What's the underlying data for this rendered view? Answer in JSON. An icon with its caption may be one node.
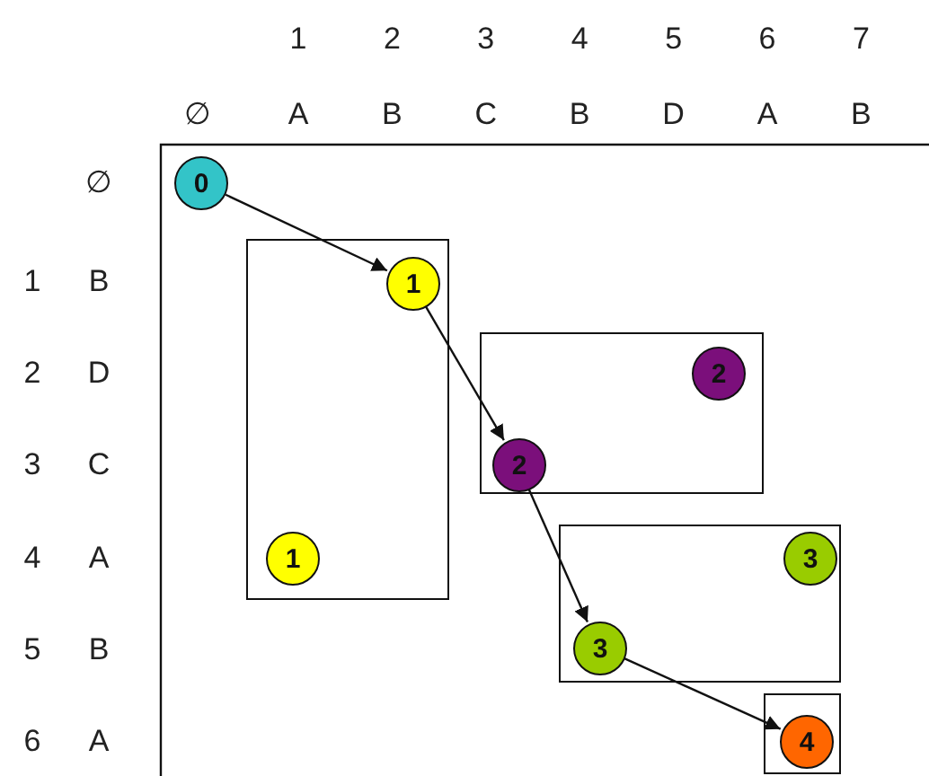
{
  "diagram": {
    "nodes": [
      {
        "text": [
          "0"
        ]
      },
      {
        "text": [],
        "shape": "box"
      },
      {
        "text": [
          "1"
        ],
        "in": 1
      },
      {
        "text": [
          "1"
        ],
        "in": 1
      },
      {
        "text": [],
        "shape": "box"
      },
      {
        "text": [
          "2"
        ],
        "in": 4
      },
      {
        "text": [
          "2"
        ],
        "in": 4
      },
      {
        "text": [],
        "shape": "box"
      },
      {
        "text": [
          "3"
        ],
        "in": 7
      },
      {
        "text": [
          "3"
        ],
        "in": 7
      },
      {
        "text": [],
        "shape": "box"
      },
      {
        "text": [
          "4"
        ],
        "in": 10
      }
    ],
    "edges": [
      {
        "from": 0,
        "to": 2,
        "arrow": "to"
      },
      {
        "from": 2,
        "to": 6,
        "arrow": "to"
      },
      {
        "from": 6,
        "to": 9,
        "arrow": "to"
      },
      {
        "from": 9,
        "to": 11,
        "arrow": "to"
      }
    ],
    "labels": [
      "1",
      "2",
      "3",
      "4",
      "5",
      "6",
      "7",
      "∅",
      "A",
      "B",
      "C",
      "B",
      "D",
      "A",
      "B",
      "∅",
      "1",
      "B",
      "2",
      "D",
      "3",
      "C",
      "4",
      "A",
      "5",
      "B",
      "6",
      "A"
    ]
  }
}
